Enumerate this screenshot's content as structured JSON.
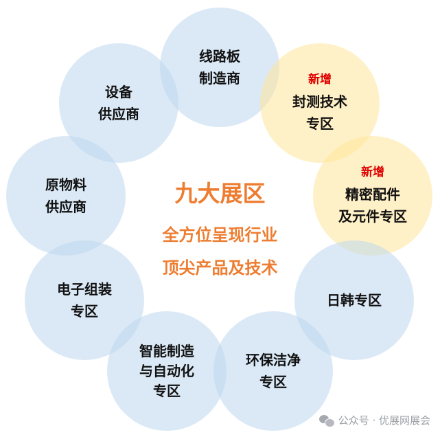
{
  "diagram": {
    "title": "九大展区",
    "subtitle_lines": [
      "全方位呈现行业",
      "顶尖产品及技术"
    ],
    "zones": [
      {
        "id": "pcb",
        "lines": [
          "线路板",
          "制造商"
        ],
        "tag": null,
        "color": "blue"
      },
      {
        "id": "packaging-test",
        "lines": [
          "封测技术",
          "专区"
        ],
        "tag": "新增",
        "color": "yellow"
      },
      {
        "id": "precision-parts",
        "lines": [
          "精密配件",
          "及元件专区"
        ],
        "tag": "新增",
        "color": "yellow"
      },
      {
        "id": "japan-korea",
        "lines": [
          "日韩专区"
        ],
        "tag": null,
        "color": "blue"
      },
      {
        "id": "eco-clean",
        "lines": [
          "环保洁净",
          "专区"
        ],
        "tag": null,
        "color": "blue"
      },
      {
        "id": "smart-manufacturing",
        "lines": [
          "智能制造",
          "与自动化",
          "专区"
        ],
        "tag": null,
        "color": "blue"
      },
      {
        "id": "electronics-assembly",
        "lines": [
          "电子组装",
          "专区"
        ],
        "tag": null,
        "color": "blue"
      },
      {
        "id": "raw-materials",
        "lines": [
          "原物料",
          "供应商"
        ],
        "tag": null,
        "color": "blue"
      },
      {
        "id": "equipment",
        "lines": [
          "设备",
          "供应商"
        ],
        "tag": null,
        "color": "blue"
      }
    ],
    "colors": {
      "accent": "#ed7d31",
      "new_tag": "#e00000",
      "blue_circle": "#bdd7ee",
      "yellow_circle": "#ffe699"
    }
  },
  "watermark": {
    "text": "公众号 · 优展网展会",
    "icon": "wechat-icon"
  }
}
